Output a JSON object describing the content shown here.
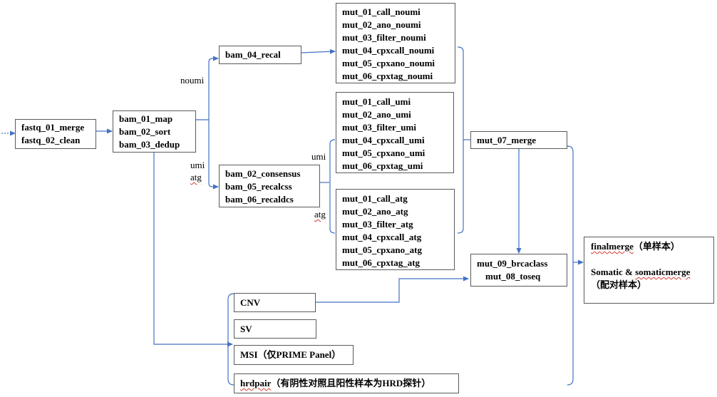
{
  "colors": {
    "arrow": "#4472c4",
    "box_border": "#5a5a5a",
    "spellcheck": "#d43a2f"
  },
  "fastq": [
    "fastq_01_merge",
    "fastq_02_clean"
  ],
  "bam": [
    "bam_01_map",
    "bam_02_sort",
    "bam_03_dedup"
  ],
  "bam_recal": [
    "bam_04_recal"
  ],
  "bam_consensus": [
    "bam_02_consensus",
    "bam_05_recalcss",
    "bam_06_recaldcs"
  ],
  "mut_noumi": [
    "mut_01_call_noumi",
    "mut_02_ano_noumi",
    "mut_03_filter_noumi",
    "mut_04_cpxcall_noumi",
    "mut_05_cpxano_noumi",
    "mut_06_cpxtag_noumi"
  ],
  "mut_umi": [
    "mut_01_call_umi",
    "mut_02_ano_umi",
    "mut_03_filter_umi",
    "mut_04_cpxcall_umi",
    "mut_05_cpxano_umi",
    "mut_06_cpxtag_umi"
  ],
  "mut_atg": [
    "mut_01_call_atg",
    "mut_02_ano_atg",
    "mut_03_filter_atg",
    "mut_04_cpxcall_atg",
    "mut_05_cpxano_atg",
    "mut_06_cpxtag_atg"
  ],
  "mut_merge": [
    "mut_07_merge"
  ],
  "mut_brca": [
    "mut_09_brcaclass",
    "mut_08_toseq"
  ],
  "cnv": "CNV",
  "sv": "SV",
  "msi": "MSI（仅PRIME Panel）",
  "hrd": {
    "name": "hrdpair",
    "note": "（有阴性对照且阳性样本为HRD探针）"
  },
  "final": {
    "line1_name": "finalmerge",
    "line1_note": "（单样本）",
    "line2_a": "Somatic",
    "line2_amp": " & ",
    "line2_b": "somaticmerge",
    "line3": "（配对样本）"
  },
  "labels": {
    "noumi": "noumi",
    "umi_left": "umi",
    "atg_left": "atg",
    "umi_right": "umi",
    "atg_right": "atg"
  }
}
